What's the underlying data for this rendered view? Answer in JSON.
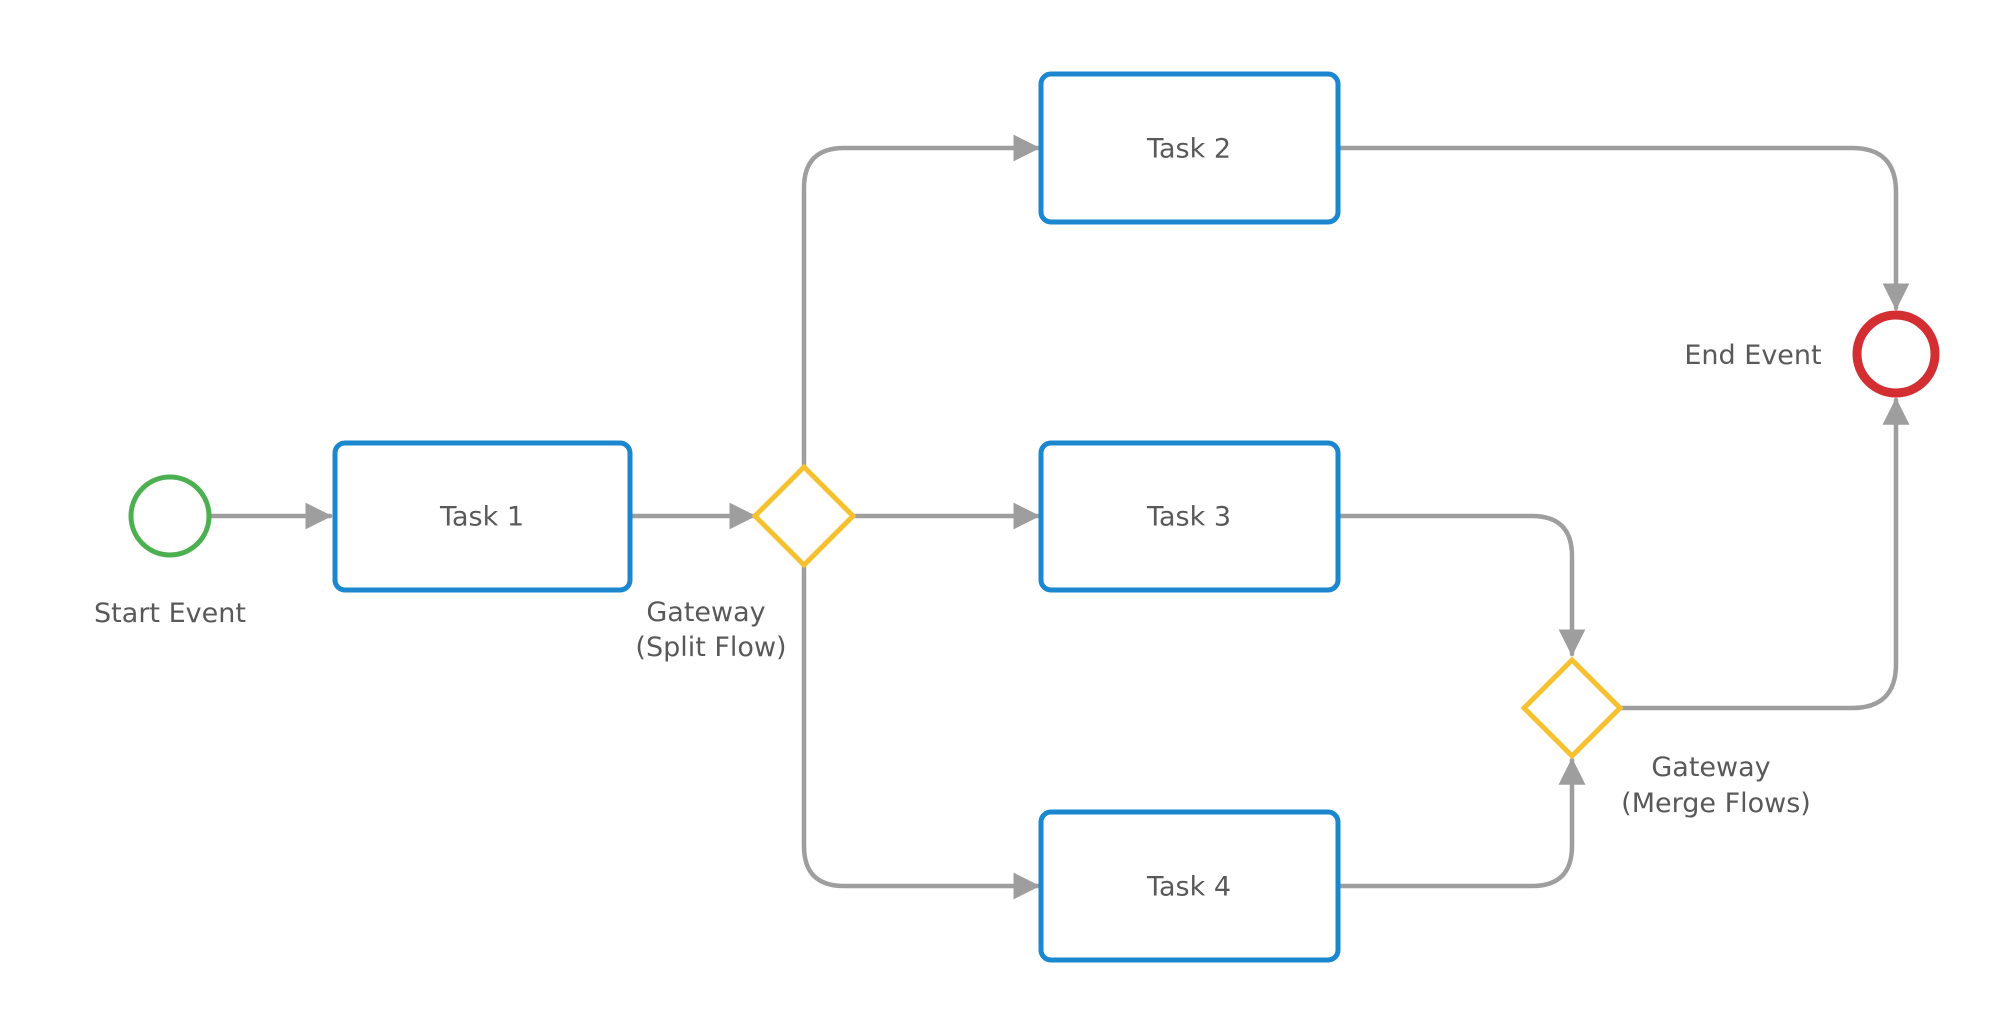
{
  "diagram": {
    "type": "bpmn-process",
    "start_event": {
      "label": "Start Event",
      "color": "#4cb051"
    },
    "end_event": {
      "label": "End Event",
      "color": "#d32f33"
    },
    "tasks": {
      "task1": "Task 1",
      "task2": "Task 2",
      "task3": "Task 3",
      "task4": "Task 4"
    },
    "gateway_split": {
      "line1": "Gateway",
      "line2": "(Split Flow)",
      "color": "#f6c12f"
    },
    "gateway_merge": {
      "line1": "Gateway",
      "line2": "(Merge Flows)",
      "color": "#f6c12f"
    },
    "colors": {
      "task_border": "#1b87cf",
      "flow_line": "#9e9e9e",
      "label_text": "#595959"
    },
    "flows": [
      {
        "from": "Start Event",
        "to": "Task 1"
      },
      {
        "from": "Task 1",
        "to": "Gateway (Split Flow)"
      },
      {
        "from": "Gateway (Split Flow)",
        "to": "Task 2"
      },
      {
        "from": "Gateway (Split Flow)",
        "to": "Task 3"
      },
      {
        "from": "Gateway (Split Flow)",
        "to": "Task 4"
      },
      {
        "from": "Task 3",
        "to": "Gateway (Merge Flows)"
      },
      {
        "from": "Task 4",
        "to": "Gateway (Merge Flows)"
      },
      {
        "from": "Task 2",
        "to": "End Event"
      },
      {
        "from": "Gateway (Merge Flows)",
        "to": "End Event"
      }
    ]
  }
}
